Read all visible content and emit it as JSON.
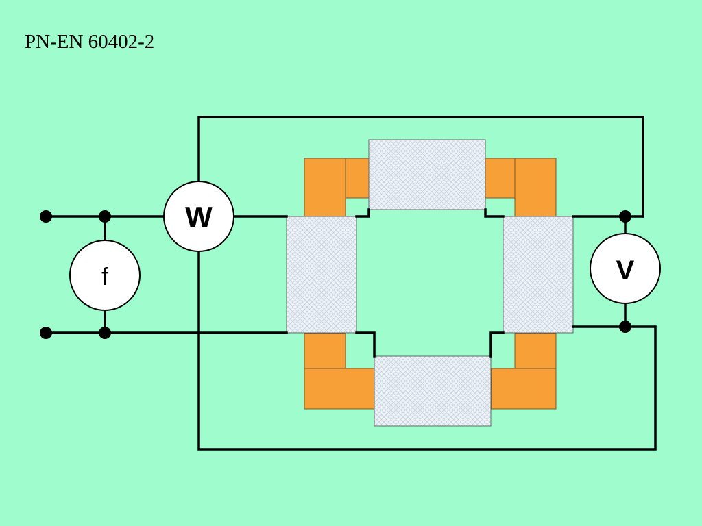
{
  "title": "PN-EN 60402-2",
  "meters": {
    "wattmeter": "W",
    "frequency": "f",
    "voltmeter": "V"
  },
  "colors": {
    "background": "#9ffdcd",
    "yoke": "#f8a038",
    "specimen": "#eef2f6",
    "wire": "#000000",
    "meter": "#ffffff"
  }
}
